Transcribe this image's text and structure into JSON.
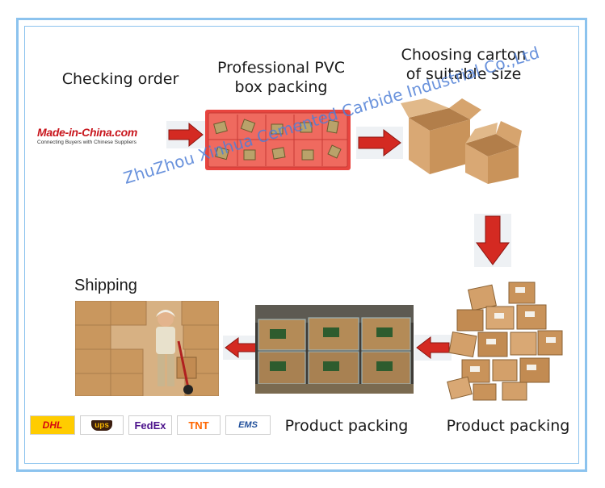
{
  "steps": {
    "checking": "Checking order",
    "pvc_line1": "Professional PVC",
    "pvc_line2": "box packing",
    "carton_line1": "Choosing carton",
    "carton_line2": "of suitable size",
    "shipping": "Shipping",
    "product_packing_mid": "Product packing",
    "product_packing_right": "Product packing"
  },
  "logo": {
    "brand": "Made-in-China.com",
    "tagline": "Connecting Buyers with Chinese Suppliers"
  },
  "watermark": "ZhuZhou Xinhua Cemented Carbide Industrial Co.,Ltd",
  "carriers": [
    "DHL",
    "ups",
    "FedEx",
    "TNT",
    "EMS"
  ],
  "colors": {
    "frame": "#8cc3ee",
    "arrow": "#d42a22",
    "pvc_box": "#e8453f",
    "cardboard": "#c9935a"
  }
}
